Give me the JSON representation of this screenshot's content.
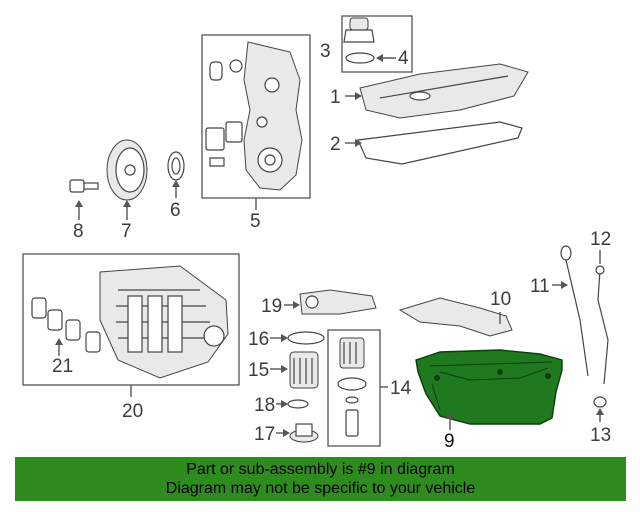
{
  "diagram": {
    "callouts": [
      {
        "num": "1"
      },
      {
        "num": "2"
      },
      {
        "num": "3"
      },
      {
        "num": "4"
      },
      {
        "num": "5"
      },
      {
        "num": "6"
      },
      {
        "num": "7"
      },
      {
        "num": "8"
      },
      {
        "num": "9"
      },
      {
        "num": "10"
      },
      {
        "num": "11"
      },
      {
        "num": "12"
      },
      {
        "num": "13"
      },
      {
        "num": "14"
      },
      {
        "num": "15"
      },
      {
        "num": "16"
      },
      {
        "num": "17"
      },
      {
        "num": "18"
      },
      {
        "num": "19"
      },
      {
        "num": "20"
      },
      {
        "num": "21"
      }
    ],
    "highlight_color": "#1a6b1a",
    "highlight_part": "9"
  },
  "banner": {
    "line1": "Part or sub-assembly is #9 in diagram",
    "line2": "Diagram may not be specific to your vehicle",
    "background": "#2e8b1e"
  }
}
